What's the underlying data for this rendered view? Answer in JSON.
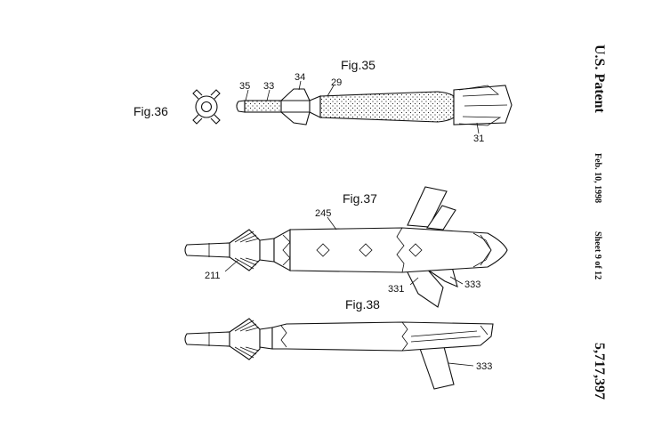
{
  "header": {
    "title": "U.S. Patent",
    "date": "Feb. 10, 1998",
    "sheet": "Sheet 9 of 12",
    "patent_number": "5,717,397"
  },
  "figures": {
    "fig35": "Fig.35",
    "fig36": "Fig.36",
    "fig37": "Fig.37",
    "fig38": "Fig.38"
  },
  "refs": {
    "r35": "35",
    "r33": "33",
    "r34": "34",
    "r29": "29",
    "r31": "31",
    "r245": "245",
    "r211": "211",
    "r331": "331",
    "r333_a": "333",
    "r333_b": "333"
  }
}
